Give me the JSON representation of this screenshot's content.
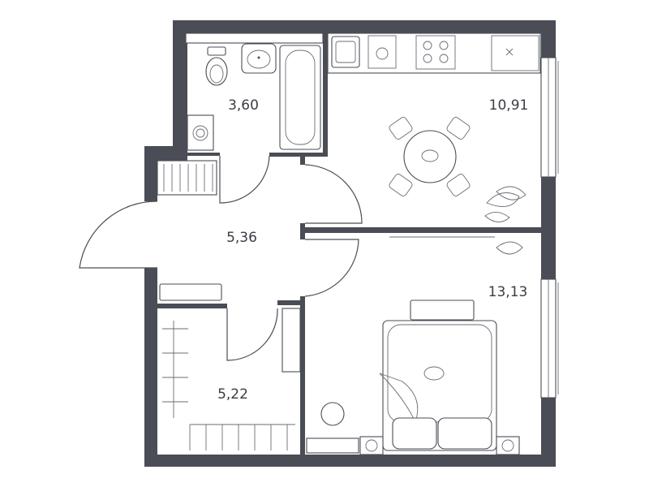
{
  "plan": {
    "rooms": [
      {
        "id": "bathroom",
        "area": "3,60"
      },
      {
        "id": "kitchen-living",
        "area": "10,91"
      },
      {
        "id": "hallway",
        "area": "5,36"
      },
      {
        "id": "bedroom",
        "area": "13,13"
      },
      {
        "id": "wardrobe",
        "area": "5,22"
      }
    ],
    "colors": {
      "wall": "#4a4d55",
      "background": "#ffffff",
      "text": "#3a3d44"
    }
  }
}
